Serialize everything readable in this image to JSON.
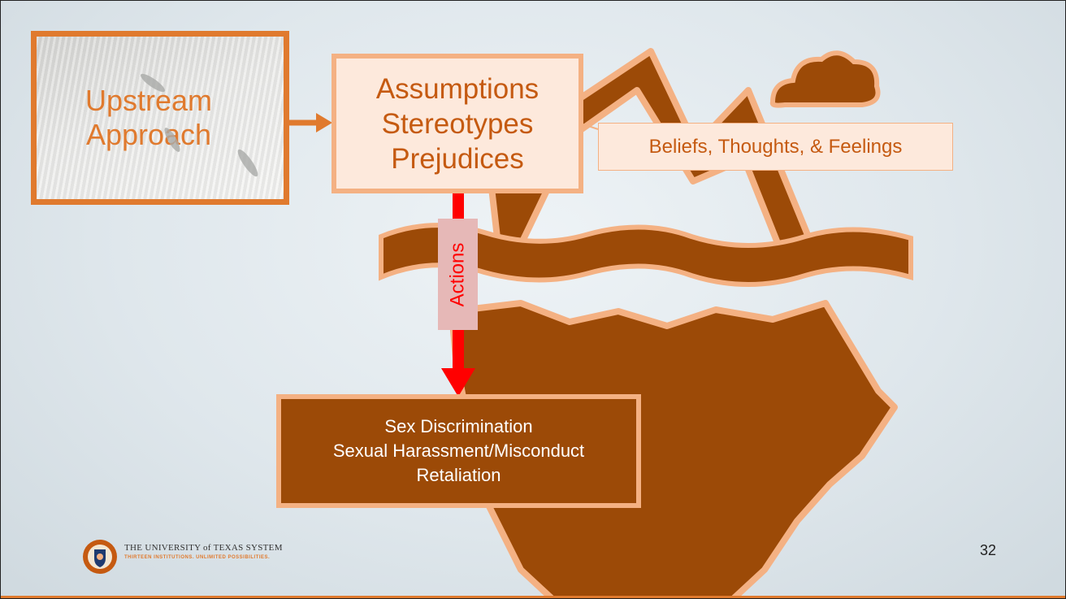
{
  "upstream": {
    "lines": [
      "Upstream",
      "Approach"
    ]
  },
  "assumptions": {
    "lines": [
      "Assumptions",
      "Stereotypes",
      "Prejudices"
    ]
  },
  "beliefs": {
    "label": "Beliefs, Thoughts, & Feelings"
  },
  "actions": {
    "label": "Actions"
  },
  "outcomes": {
    "lines": [
      "Sex Discrimination",
      "Sexual Harassment/Misconduct",
      "Retaliation"
    ]
  },
  "footer": {
    "org_name": "THE UNIVERSITY of TEXAS SYSTEM",
    "tagline": "THIRTEEN INSTITUTIONS. UNLIMITED POSSIBILITIES.",
    "page_number": "32"
  },
  "colors": {
    "accent_orange": "#e07a2e",
    "iceberg_brown": "#9c4a07",
    "iceberg_outline": "#f4b183",
    "box_fill": "#fde9dc",
    "arrow_red": "#ff0000"
  }
}
